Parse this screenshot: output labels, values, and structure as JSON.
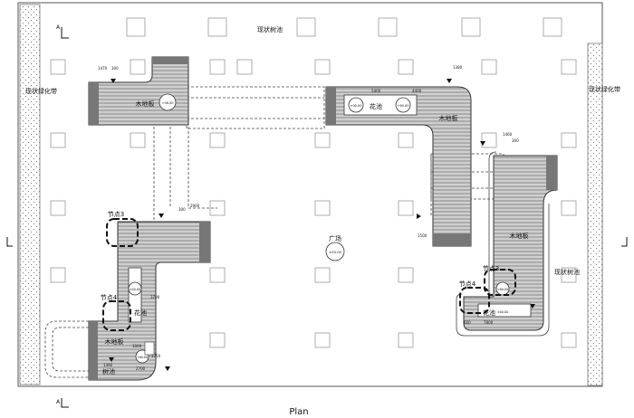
{
  "labels": {
    "existing_tree_pit": "现状树池",
    "existing_green_belt": "现状绿化带",
    "wood_floor": "木地板",
    "flower_bed": "花池",
    "plaza": "广场",
    "tree_pit": "树池",
    "node3": "节点3",
    "node4": "节点4",
    "plan_title": "Plan"
  },
  "section_mark": "A",
  "levels": {
    "upper_left": "+06.00",
    "upper_mid": "+60.00",
    "upper_mid_bed": "±00.00",
    "plaza": "±00.00",
    "lower_left": "±00.00",
    "lower_left_bottom": "+60.00",
    "lower_right_top": "+60.00",
    "lower_right_bed": "±00.00"
  },
  "dims": {
    "d1470": "1470",
    "d300a": "300",
    "d1380": "1380",
    "d5400": "5400",
    "d4400": "4400",
    "d1460": "1460",
    "d300b": "300",
    "d2900": "2900",
    "d300c": "300",
    "d1500": "1500",
    "d600": "600",
    "d7800": "7800",
    "d1360": "1360",
    "d2700": "2700",
    "d1000": "1000",
    "d3700": "3700",
    "d1750": "1750"
  }
}
